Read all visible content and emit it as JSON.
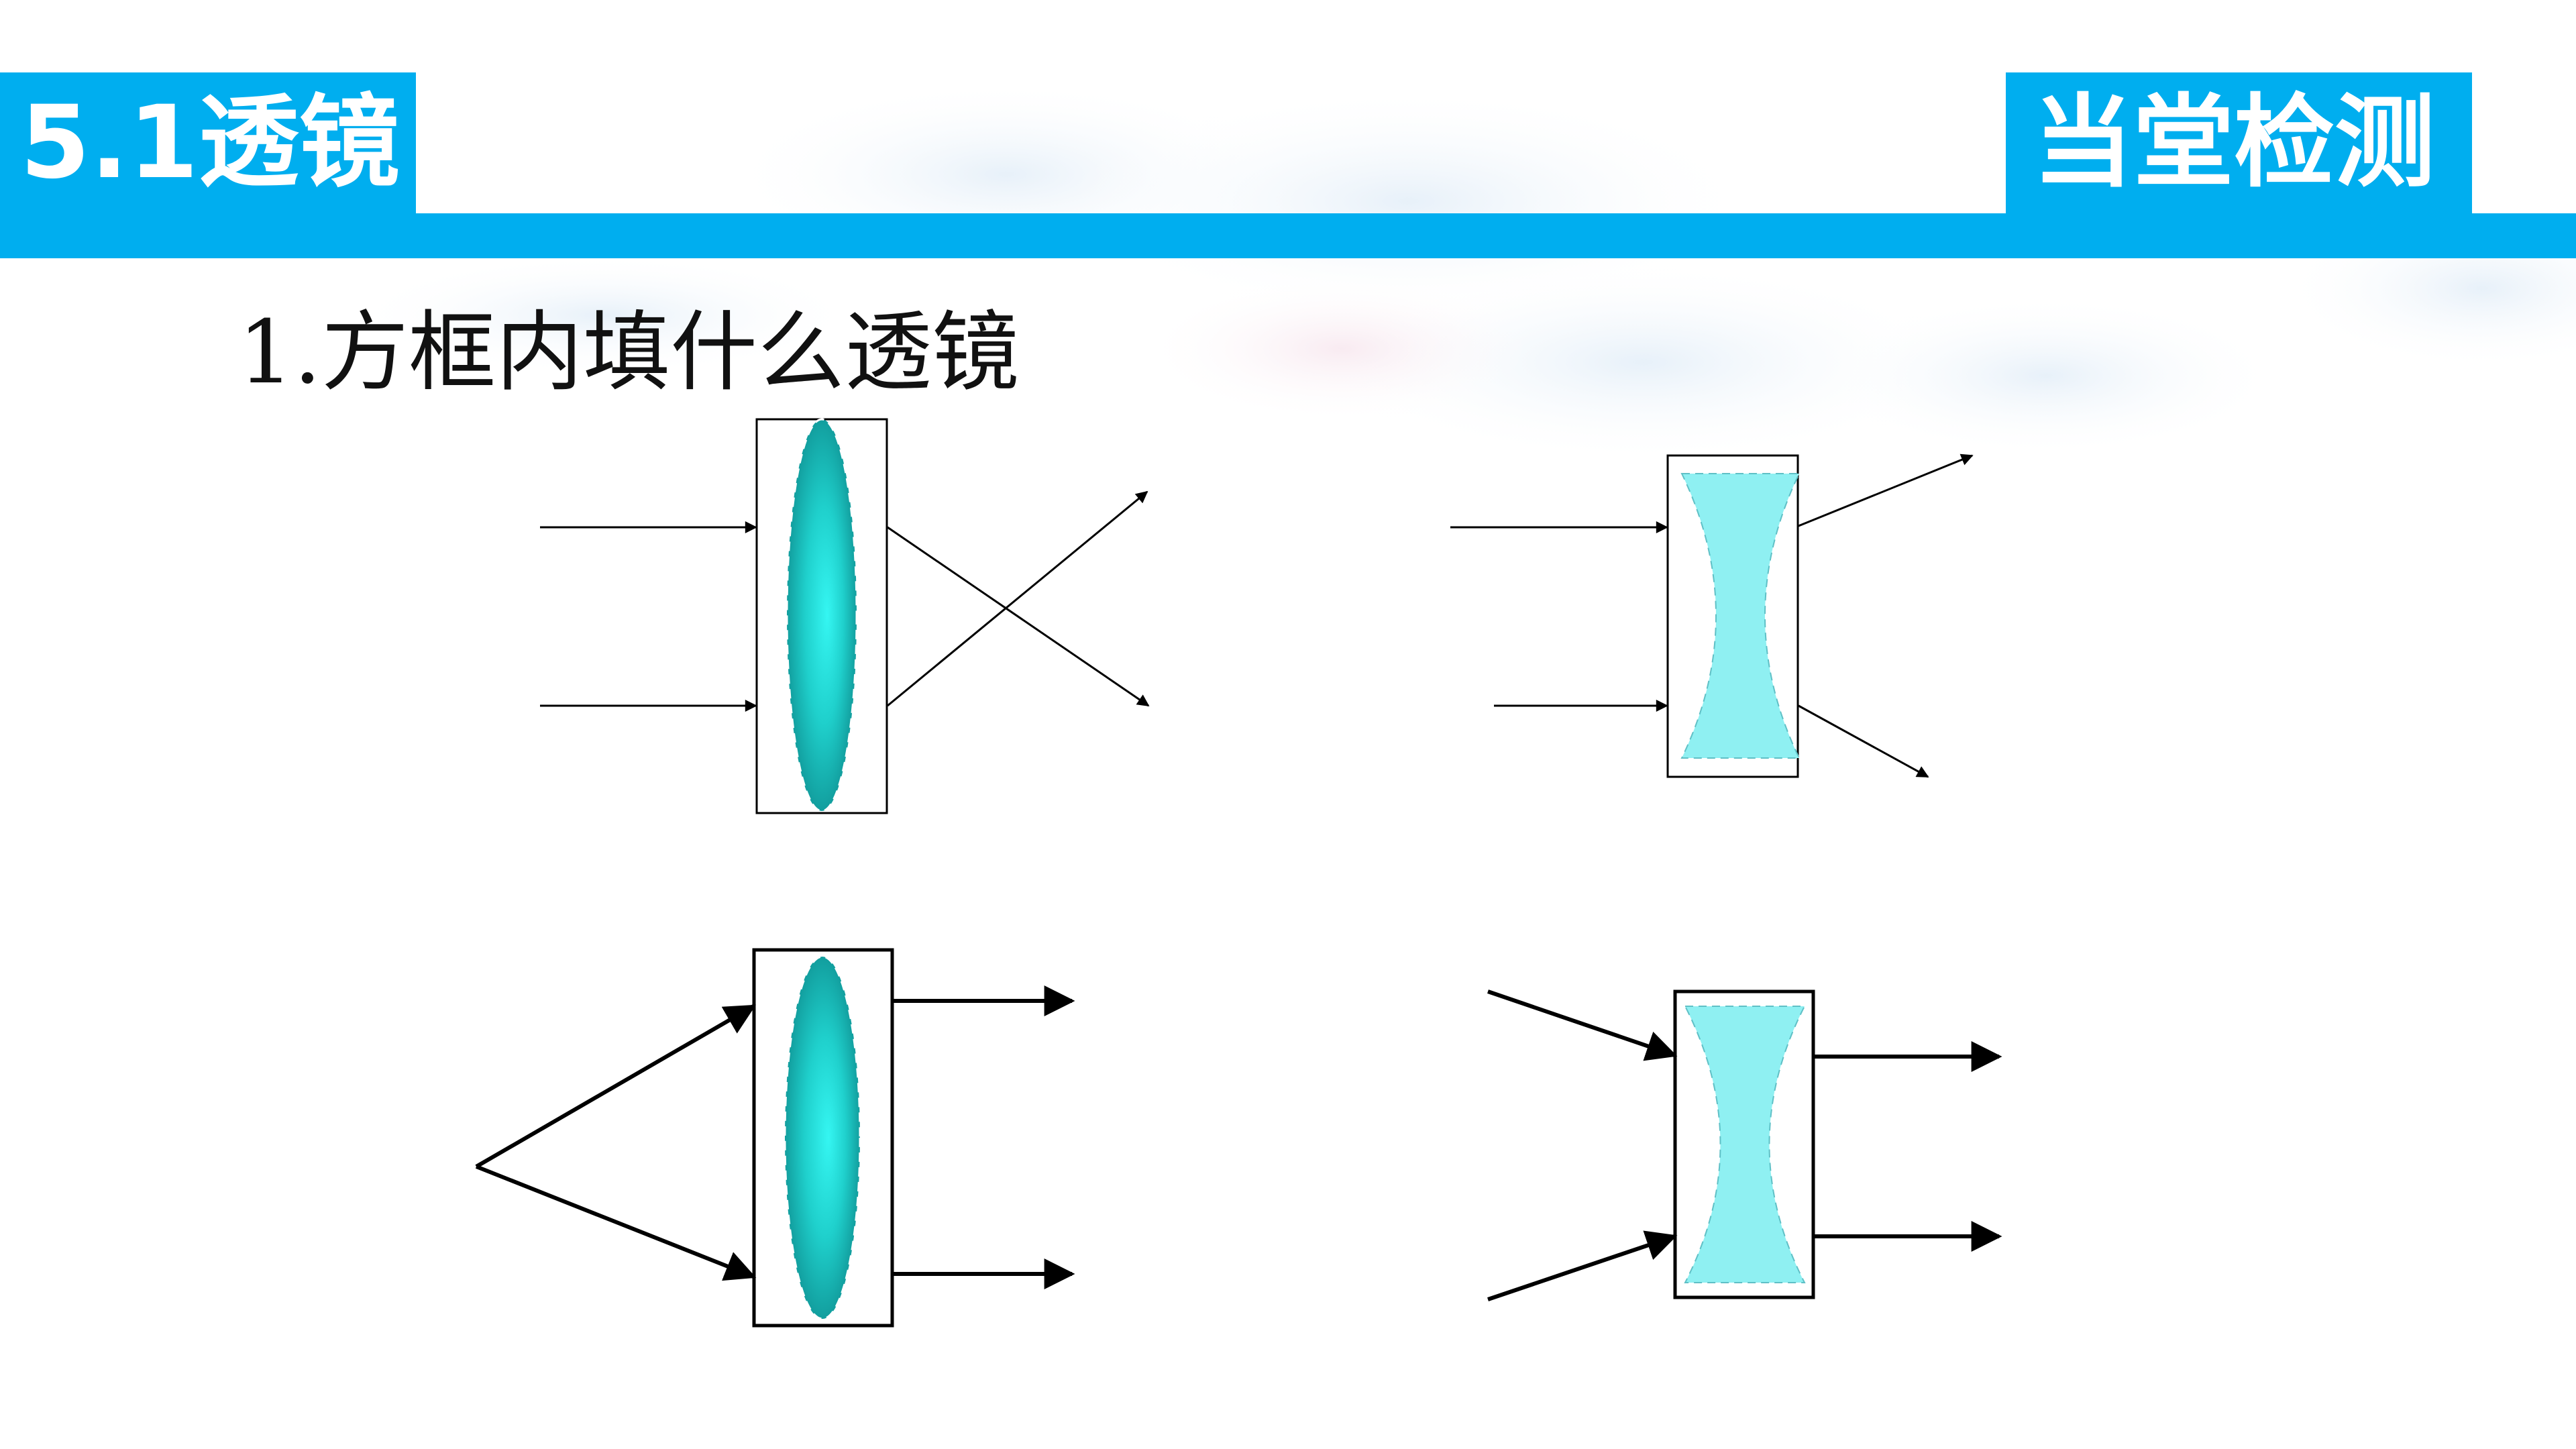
{
  "header": {
    "lesson_title": "5.1透镜",
    "section_title": "当堂检测"
  },
  "question": {
    "text": "1.方框内填什么透镜"
  },
  "colors": {
    "banner": "#00aeef",
    "convex_lens_edge": "#17a5a5",
    "convex_lens_center": "#30f2ee",
    "concave_lens_fill": "#8ff0f2",
    "ray": "#000000"
  },
  "diagrams": [
    {
      "lens": "convex",
      "incoming": "parallel",
      "outgoing": "converging-crossing"
    },
    {
      "lens": "concave",
      "incoming": "parallel",
      "outgoing": "diverging"
    },
    {
      "lens": "convex",
      "incoming": "diverging-from-point",
      "outgoing": "parallel"
    },
    {
      "lens": "concave",
      "incoming": "converging",
      "outgoing": "parallel"
    }
  ]
}
